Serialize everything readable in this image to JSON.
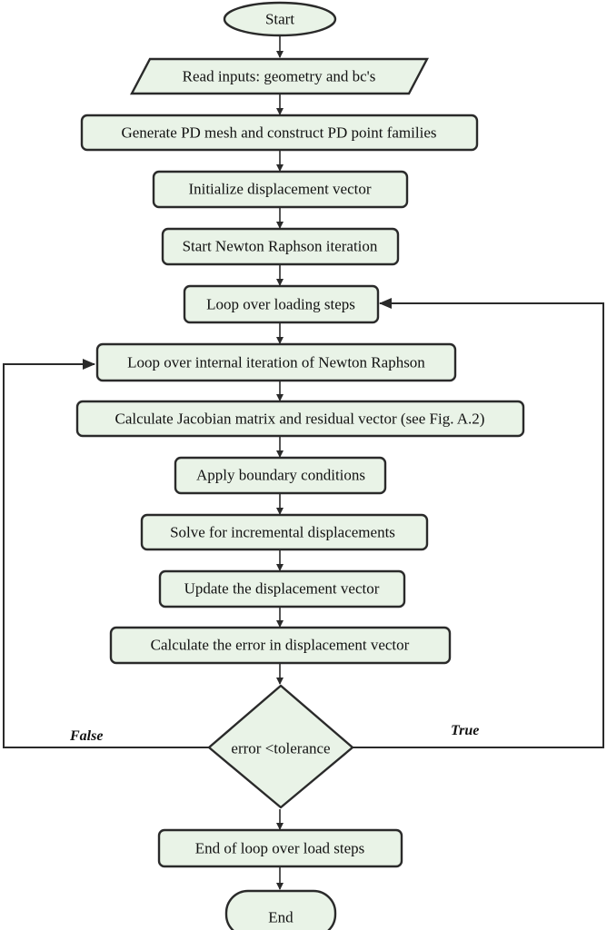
{
  "nodes": {
    "start": "Start",
    "read_inputs": "Read inputs: geometry and bc's",
    "generate_mesh": "Generate PD mesh and construct PD point families",
    "init_disp": "Initialize displacement vector",
    "start_nr": "Start Newton Raphson iteration",
    "loop_load": "Loop over loading steps",
    "loop_internal": "Loop over internal iteration of Newton Raphson",
    "calc_jacobian": "Calculate Jacobian matrix and residual vector (see Fig. A.2)",
    "apply_bc": "Apply boundary conditions",
    "solve_incr": "Solve for incremental displacements",
    "update_disp": "Update the displacement vector",
    "calc_error": "Calculate the error in displacement vector",
    "decision": "error <tolerance",
    "end_loop": "End of loop over load steps",
    "end": "End"
  },
  "branches": {
    "false_label": "False",
    "true_label": "True"
  },
  "colors": {
    "box_fill": "#e9f3e7",
    "stroke": "#2a2a2a"
  }
}
